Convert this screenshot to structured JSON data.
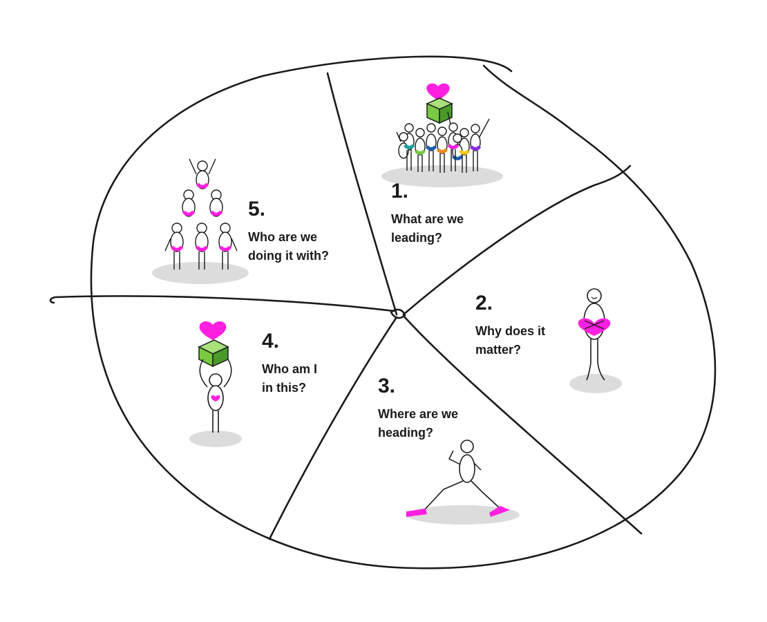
{
  "colors": {
    "ink": "#1a1a1a",
    "heart": "#ff1fe0",
    "box_green": "#7ac943",
    "box_dark_green": "#4a9a2a",
    "shadow": "#d9d9d9",
    "accent_blue": "#1f5fae",
    "accent_teal": "#17a2a0",
    "accent_orange": "#f08a24",
    "accent_purple": "#8a2be2"
  },
  "sections": [
    {
      "number": "1.",
      "question_lines": [
        "What are we",
        "leading?"
      ],
      "illustration": "crowd-with-box-and-heart"
    },
    {
      "number": "2.",
      "question_lines": [
        "Why does it",
        "matter?"
      ],
      "illustration": "person-holding-heart"
    },
    {
      "number": "3.",
      "question_lines": [
        "Where are we",
        "heading?"
      ],
      "illustration": "walking-person"
    },
    {
      "number": "4.",
      "question_lines": [
        "Who am I",
        "in this?"
      ],
      "illustration": "person-lifting-box-with-heart"
    },
    {
      "number": "5.",
      "question_lines": [
        "Who are we",
        "doing it with?"
      ],
      "illustration": "human-pyramid"
    }
  ]
}
